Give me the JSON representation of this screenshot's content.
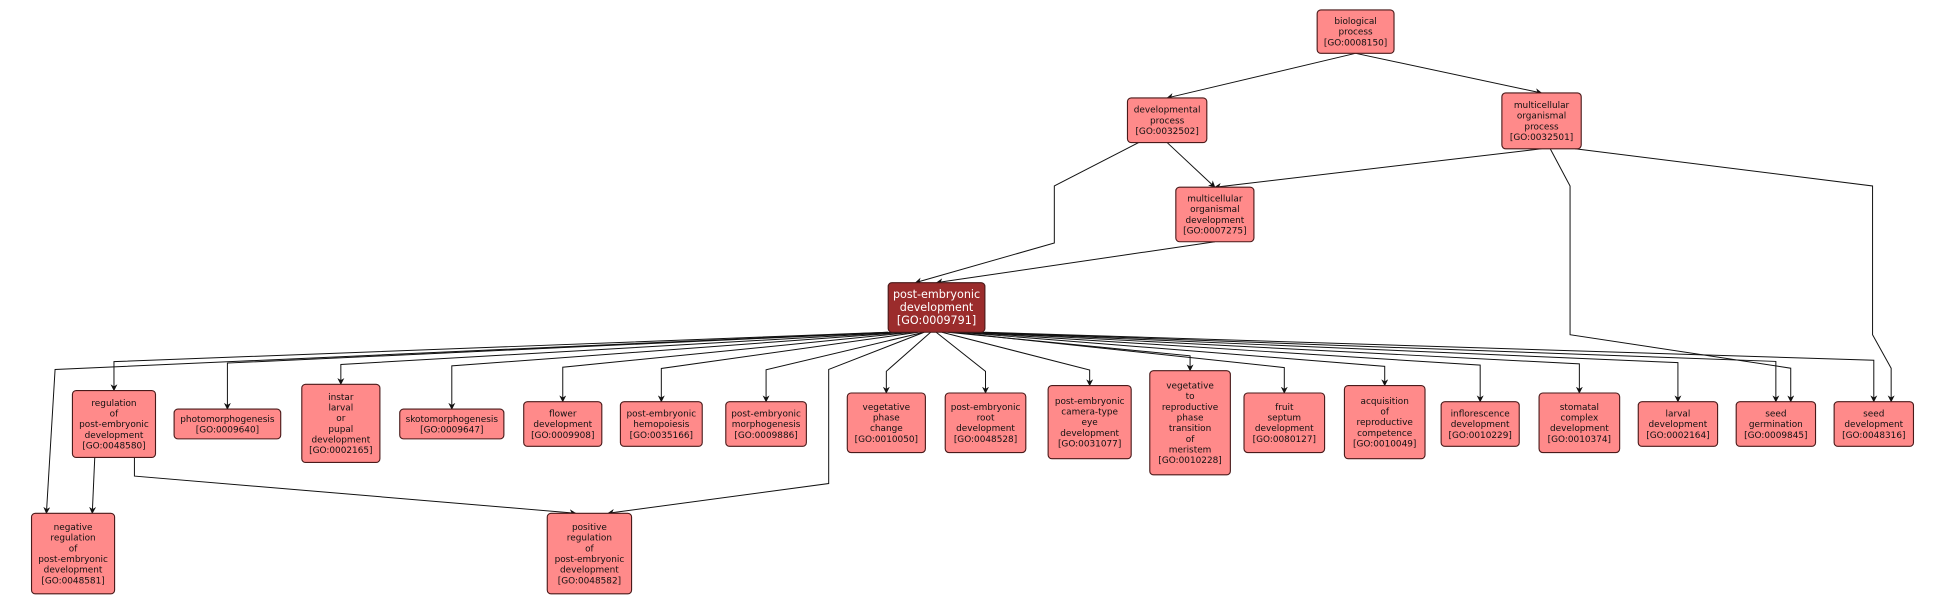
{
  "colors": {
    "node_fill": "#ff8a8a",
    "node_stroke": "#4a1a1a",
    "focus_fill": "#9b2c2c",
    "edge": "#111111"
  },
  "nodes": [
    {
      "id": "GO:0008150",
      "lines": [
        "biological",
        "process"
      ]
    },
    {
      "id": "GO:0032502",
      "lines": [
        "developmental",
        "process"
      ]
    },
    {
      "id": "GO:0032501",
      "lines": [
        "multicellular",
        "organismal",
        "process"
      ]
    },
    {
      "id": "GO:0007275",
      "lines": [
        "multicellular",
        "organismal",
        "development"
      ]
    },
    {
      "id": "GO:0009791",
      "lines": [
        "post-embryonic",
        "development"
      ],
      "focus": true
    },
    {
      "id": "GO:0048580",
      "lines": [
        "regulation",
        "of",
        "post-embryonic",
        "development"
      ]
    },
    {
      "id": "GO:0009640",
      "lines": [
        "photomorphogenesis"
      ]
    },
    {
      "id": "GO:0002165",
      "lines": [
        "instar",
        "larval",
        "or",
        "pupal",
        "development"
      ]
    },
    {
      "id": "GO:0009647",
      "lines": [
        "skotomorphogenesis"
      ]
    },
    {
      "id": "GO:0009908",
      "lines": [
        "flower",
        "development"
      ]
    },
    {
      "id": "GO:0035166",
      "lines": [
        "post-embryonic",
        "hemopoiesis"
      ]
    },
    {
      "id": "GO:0009886",
      "lines": [
        "post-embryonic",
        "morphogenesis"
      ]
    },
    {
      "id": "GO:0010050",
      "lines": [
        "vegetative",
        "phase",
        "change"
      ]
    },
    {
      "id": "GO:0048528",
      "lines": [
        "post-embryonic",
        "root",
        "development"
      ]
    },
    {
      "id": "GO:0031077",
      "lines": [
        "post-embryonic",
        "camera-type",
        "eye",
        "development"
      ]
    },
    {
      "id": "GO:0010228",
      "lines": [
        "vegetative",
        "to",
        "reproductive",
        "phase",
        "transition",
        "of",
        "meristem"
      ]
    },
    {
      "id": "GO:0080127",
      "lines": [
        "fruit",
        "septum",
        "development"
      ]
    },
    {
      "id": "GO:0010049",
      "lines": [
        "acquisition",
        "of",
        "reproductive",
        "competence"
      ]
    },
    {
      "id": "GO:0010229",
      "lines": [
        "inflorescence",
        "development"
      ]
    },
    {
      "id": "GO:0010374",
      "lines": [
        "stomatal",
        "complex",
        "development"
      ]
    },
    {
      "id": "GO:0002164",
      "lines": [
        "larval",
        "development"
      ]
    },
    {
      "id": "GO:0009845",
      "lines": [
        "seed",
        "germination"
      ]
    },
    {
      "id": "GO:0048316",
      "lines": [
        "seed",
        "development"
      ]
    },
    {
      "id": "GO:0048581",
      "lines": [
        "negative",
        "regulation",
        "of",
        "post-embryonic",
        "development"
      ]
    },
    {
      "id": "GO:0048582",
      "lines": [
        "positive",
        "regulation",
        "of",
        "post-embryonic",
        "development"
      ]
    }
  ],
  "edges": [
    [
      "GO:0008150",
      "GO:0032502"
    ],
    [
      "GO:0008150",
      "GO:0032501"
    ],
    [
      "GO:0032502",
      "GO:0007275"
    ],
    [
      "GO:0032501",
      "GO:0007275"
    ],
    [
      "GO:0032502",
      "GO:0009791"
    ],
    [
      "GO:0007275",
      "GO:0009791"
    ],
    [
      "GO:0032501",
      "GO:0009845"
    ],
    [
      "GO:0032501",
      "GO:0048316"
    ],
    [
      "GO:0009791",
      "GO:0048580"
    ],
    [
      "GO:0009791",
      "GO:0009640"
    ],
    [
      "GO:0009791",
      "GO:0002165"
    ],
    [
      "GO:0009791",
      "GO:0009647"
    ],
    [
      "GO:0009791",
      "GO:0009908"
    ],
    [
      "GO:0009791",
      "GO:0035166"
    ],
    [
      "GO:0009791",
      "GO:0009886"
    ],
    [
      "GO:0009791",
      "GO:0010050"
    ],
    [
      "GO:0009791",
      "GO:0048528"
    ],
    [
      "GO:0009791",
      "GO:0031077"
    ],
    [
      "GO:0009791",
      "GO:0010228"
    ],
    [
      "GO:0009791",
      "GO:0080127"
    ],
    [
      "GO:0009791",
      "GO:0010049"
    ],
    [
      "GO:0009791",
      "GO:0010229"
    ],
    [
      "GO:0009791",
      "GO:0010374"
    ],
    [
      "GO:0009791",
      "GO:0002164"
    ],
    [
      "GO:0009791",
      "GO:0009845"
    ],
    [
      "GO:0009791",
      "GO:0048316"
    ],
    [
      "GO:0009791",
      "GO:0048581"
    ],
    [
      "GO:0009791",
      "GO:0048582"
    ],
    [
      "GO:0048580",
      "GO:0048581"
    ],
    [
      "GO:0048580",
      "GO:0048582"
    ]
  ]
}
